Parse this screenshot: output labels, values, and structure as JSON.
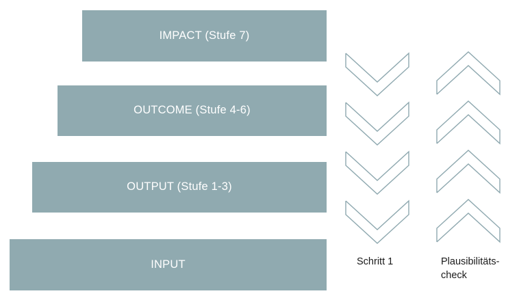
{
  "diagram": {
    "type": "funnel-pyramid-with-chevron-columns",
    "background_color": "#ffffff",
    "bar_color": "#90aab0",
    "bar_text_color": "#ffffff",
    "chevron_stroke_color": "#8ea8af",
    "caption_text_color": "#1a1a1a",
    "levels": [
      {
        "id": "impact",
        "label": "IMPACT (Stufe 7)"
      },
      {
        "id": "outcome",
        "label": "OUTCOME (Stufe 4-6)"
      },
      {
        "id": "output",
        "label": "OUTPUT (Stufe 1-3)"
      },
      {
        "id": "input",
        "label": "INPUT"
      }
    ],
    "columns": [
      {
        "id": "schritt-1",
        "caption": "Schritt 1",
        "direction": "down",
        "icon": "chevron-down-icon",
        "count": 4
      },
      {
        "id": "plausibilitaetscheck",
        "caption": "Plausibilitäts-\ncheck",
        "direction": "up",
        "icon": "chevron-up-icon",
        "count": 4
      }
    ]
  }
}
